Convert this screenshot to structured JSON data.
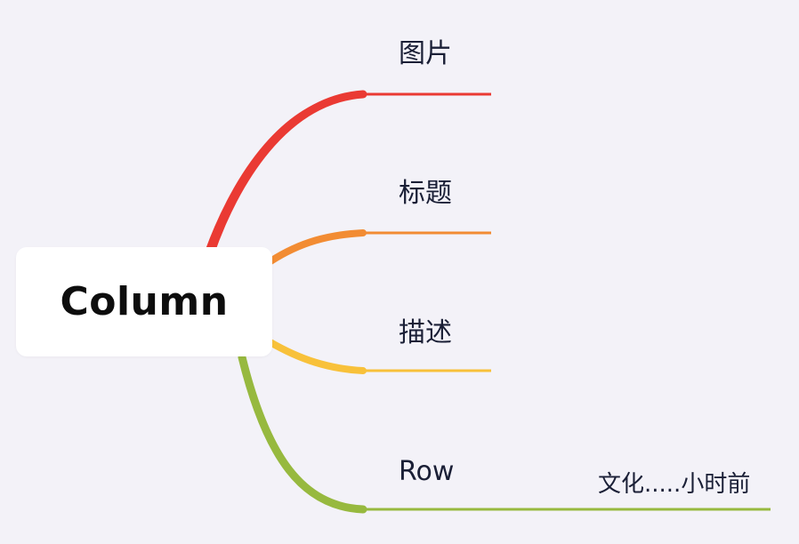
{
  "root": {
    "label": "Column"
  },
  "branches": [
    {
      "label": "图片",
      "color": "#ea3a33"
    },
    {
      "label": "标题",
      "color": "#f28c33"
    },
    {
      "label": "描述",
      "color": "#f8c13a"
    },
    {
      "label": "Row",
      "color": "#97b93f",
      "note": "文化.....小时前"
    }
  ]
}
